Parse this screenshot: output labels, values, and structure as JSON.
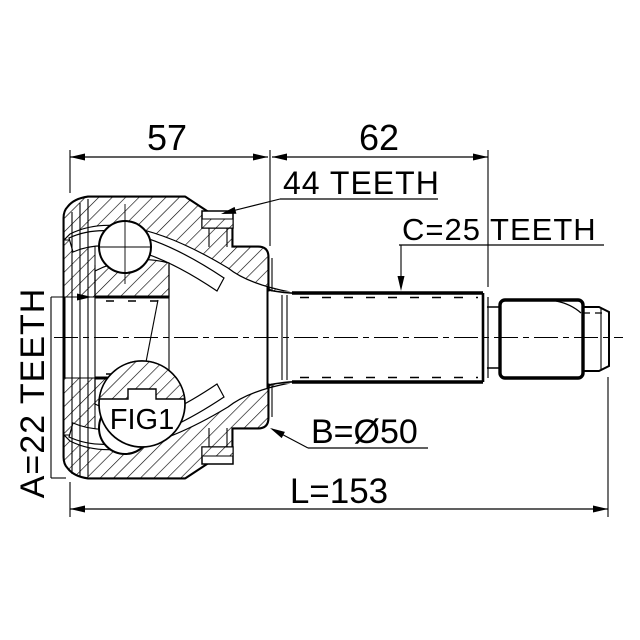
{
  "labels": {
    "dim_57": "57",
    "dim_62": "62",
    "ring_teeth": "44 TEETH",
    "shaft_spline": "C=25 TEETH",
    "inner_spline": "A=22 TEETH",
    "figure_ref": "FIG1",
    "body_diameter": "B=Ø50",
    "overall_length": "L=153"
  },
  "colors": {
    "ink": "#000000",
    "paper": "#ffffff"
  }
}
